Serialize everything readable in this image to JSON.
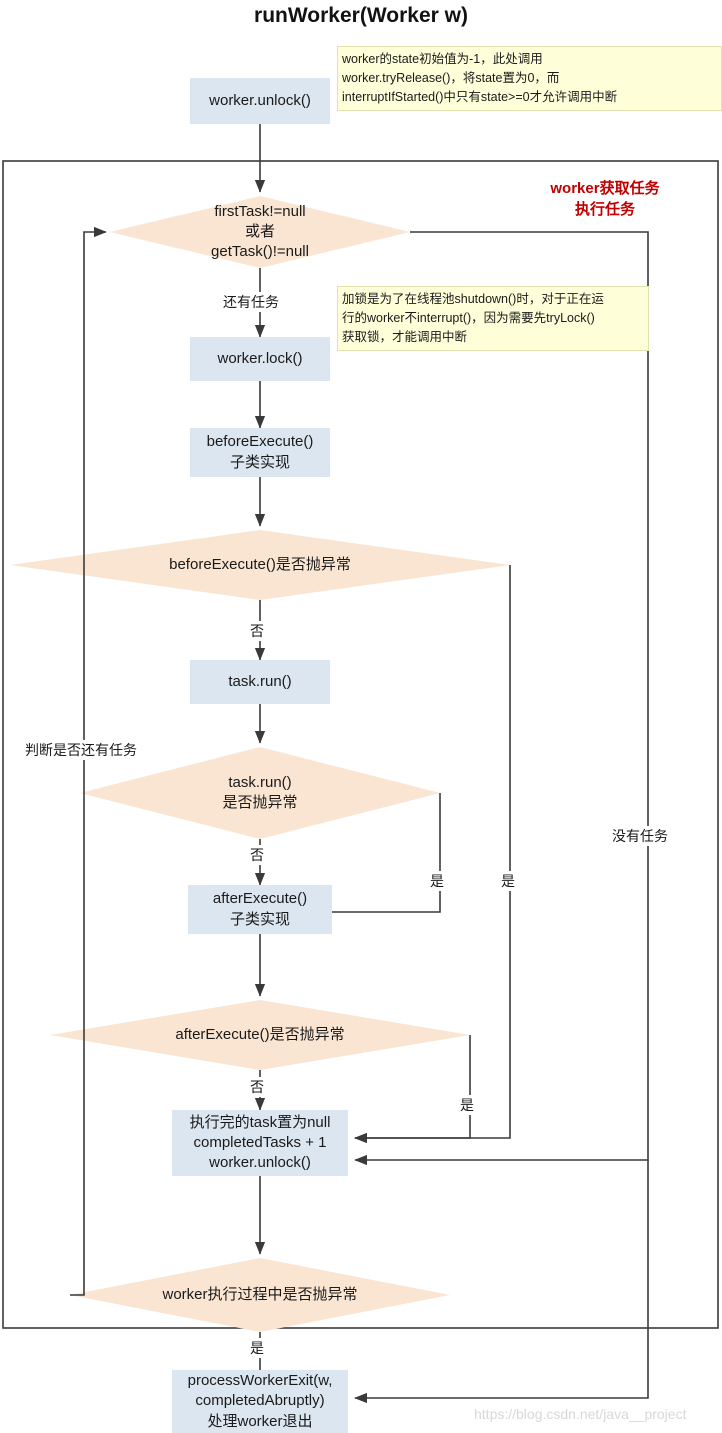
{
  "title": "runWorker(Worker w)",
  "group_label": "worker获取任务\n执行任务",
  "group_label_line1": "worker获取任务",
  "group_label_line2": "执行任务",
  "colors": {
    "process_fill": "#dce6f1",
    "decision_fill": "#fae5d3",
    "note_fill": "#feffd9",
    "note_border": "#e2e2b0",
    "group_label_color": "#c00000",
    "line": "#3a3a3a",
    "text": "#1a1a1a",
    "watermark": "#d8d8d8"
  },
  "nodes": {
    "worker_unlock_top": "worker.unlock()",
    "first_decision_l1": "firstTask!=null",
    "first_decision_l2": "或者",
    "first_decision_l3": "getTask()!=null",
    "worker_lock": "worker.lock()",
    "before_execute_l1": "beforeExecute()",
    "before_execute_l2": "子类实现",
    "before_execute_decision": "beforeExecute()是否抛异常",
    "task_run": "task.run()",
    "task_run_decision_l1": "task.run()",
    "task_run_decision_l2": "是否抛异常",
    "after_execute_l1": "afterExecute()",
    "after_execute_l2": "子类实现",
    "after_execute_decision": "afterExecute()是否抛异常",
    "cleanup_l1": "执行完的task置为null",
    "cleanup_l2": "completedTasks + 1",
    "cleanup_l3": "worker.unlock()",
    "worker_exception_decision": "worker执行过程中是否抛异常",
    "process_worker_exit_l1": "processWorkerExit(w,",
    "process_worker_exit_l2": "completedAbruptly)",
    "process_worker_exit_l3": "处理worker退出"
  },
  "notes": {
    "note1_l1": "worker的state初始值为-1，此处调用",
    "note1_l2": "worker.tryRelease()，将state置为0，而",
    "note1_l3": "interruptIfStarted()中只有state>=0才允许调用中断",
    "note2_l1": "加锁是为了在线程池shutdown()时，对于正在运",
    "note2_l2": "行的worker不interrupt()，因为需要先tryLock()",
    "note2_l3": "获取锁，才能调用中断"
  },
  "edge_labels": {
    "has_task": "还有任务",
    "no_after_before_execute": "否",
    "no_after_task_run": "否",
    "no_after_after_execute": "否",
    "yes_task_run": "是",
    "yes_before_execute": "是",
    "yes_after_execute": "是",
    "yes_worker_exception": "是",
    "check_has_task": "判断是否还有任务",
    "no_task": "没有任务"
  },
  "watermark": "https://blog.csdn.net/java__project"
}
